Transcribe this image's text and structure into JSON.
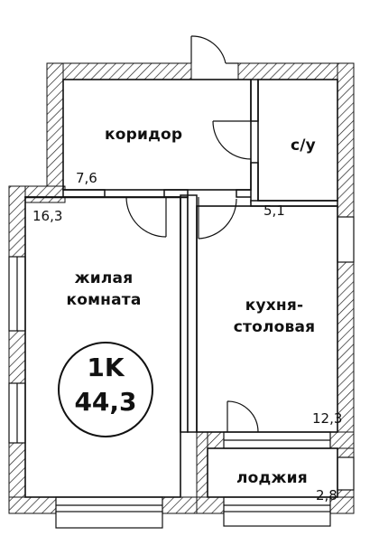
{
  "rooms": {
    "corridor": {
      "name": "коридор",
      "area": "7,6"
    },
    "bathroom": {
      "name": "с/у",
      "area": "5,1"
    },
    "living_room": {
      "name_line1": "жилая",
      "name_line2": "комната",
      "area": "16,3"
    },
    "kitchen": {
      "name_line1": "кухня-",
      "name_line2": "столовая",
      "area": "12,3"
    },
    "loggia": {
      "name": "лоджия",
      "area": "2,8"
    }
  },
  "badge": {
    "type": "1K",
    "total_area": "44,3"
  }
}
